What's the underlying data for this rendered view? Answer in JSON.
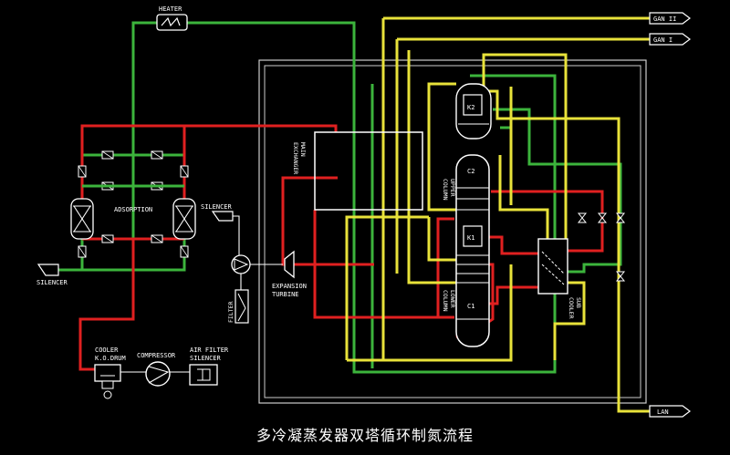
{
  "labels": {
    "heater": "HEATER",
    "gan2": "GAN II",
    "gan1": "GAN I",
    "lan": "LAN",
    "adsorption": "ADSORPTION",
    "silencer_top": "SILENCER",
    "silencer_left": "SILENCER",
    "filter": "FILTER",
    "expansion_turbine_1": "EXPANSION",
    "expansion_turbine_2": "TURBINE",
    "cooler_1": "COOLER",
    "cooler_2": "K.O.DRUM",
    "compressor": "COMPRESSOR",
    "air_filter_1": "AIR FILTER",
    "air_filter_2": "SILENCER",
    "main_exchanger_1": "MAIN",
    "main_exchanger_2": "EXCHANGER",
    "upper_column_1": "UPPER",
    "upper_column_2": "COLUMN",
    "lower_column_1": "LOWER",
    "lower_column_2": "COLUMN",
    "sub_cooler_1": "SUB",
    "sub_cooler_2": "COOLER",
    "k1": "K1",
    "k2": "K2",
    "c1": "C1",
    "c2": "C2"
  },
  "caption": "多冷凝蒸发器双塔循环制氮流程",
  "colors": {
    "background": "#000000",
    "air_line": "#e02020",
    "regen_line": "#3cb43c",
    "product_line": "#e8e23a",
    "equipment": "#ffffff"
  }
}
